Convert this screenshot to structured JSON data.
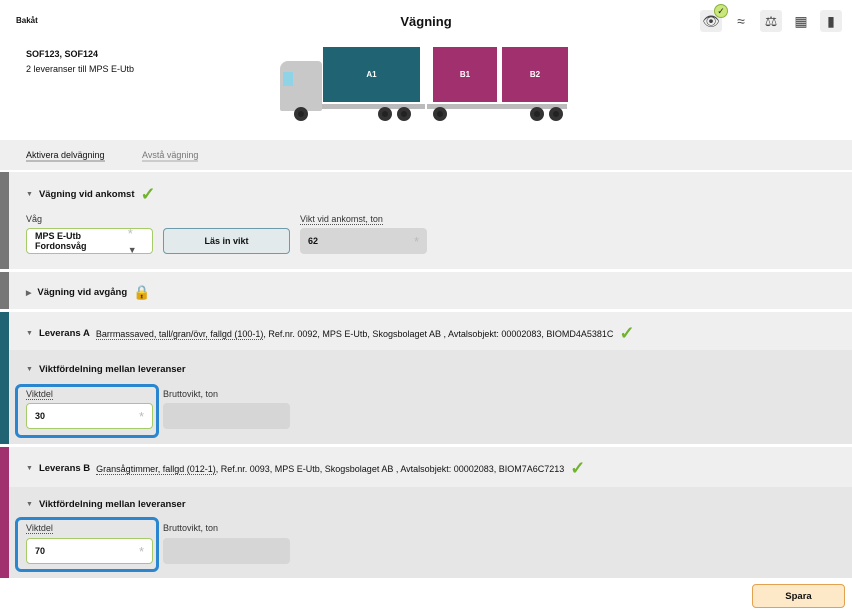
{
  "header": {
    "back": "Bakåt",
    "title": "Vägning",
    "ids": "SOF123, SOF124",
    "subtitle": "2 leveranser till MPS E-Utb"
  },
  "toolbar_icons": [
    "eye-check-icon",
    "approx-icon",
    "scale-icon",
    "load-icon",
    "road-icon"
  ],
  "truck": {
    "boxes": [
      {
        "label": "A1",
        "color": "#206373"
      },
      {
        "label": "B1",
        "color": "#a0306e"
      },
      {
        "label": "B2",
        "color": "#a0306e"
      }
    ]
  },
  "actions": {
    "activate": "Aktivera delvägning",
    "skip": "Avstå vägning"
  },
  "arrival": {
    "title": "Vägning vid ankomst",
    "scale_label": "Våg",
    "scale_value": "MPS E-Utb Fordonsvåg",
    "read_button": "Läs in vikt",
    "weight_label": "Vikt vid ankomst, ton",
    "weight_value": "62"
  },
  "departure": {
    "title": "Vägning vid avgång"
  },
  "deliveries": [
    {
      "title": "Leverans A",
      "product": "Barrmassaved, tall/gran/övr, fallgd (100-1)",
      "details": ", Ref.nr. 0092, MPS E-Utb, Skogsbolaget AB , Avtalsobjekt: 00002083, BIOMD4A5381C",
      "color": "#206373",
      "section": "Viktfördelning mellan leveranser",
      "share_label": "Viktdel",
      "share_value": "30",
      "gross_label": "Bruttovikt, ton"
    },
    {
      "title": "Leverans B",
      "product": "Gransågtimmer, fallgd (012-1)",
      "details": ", Ref.nr. 0093, MPS E-Utb, Skogsbolaget AB , Avtalsobjekt: 00002083, BIOM7A6C7213",
      "color": "#a0306e",
      "section": "Viktfördelning mellan leveranser",
      "share_label": "Viktdel",
      "share_value": "70",
      "gross_label": "Bruttovikt, ton"
    }
  ],
  "footer": {
    "save": "Spara"
  }
}
